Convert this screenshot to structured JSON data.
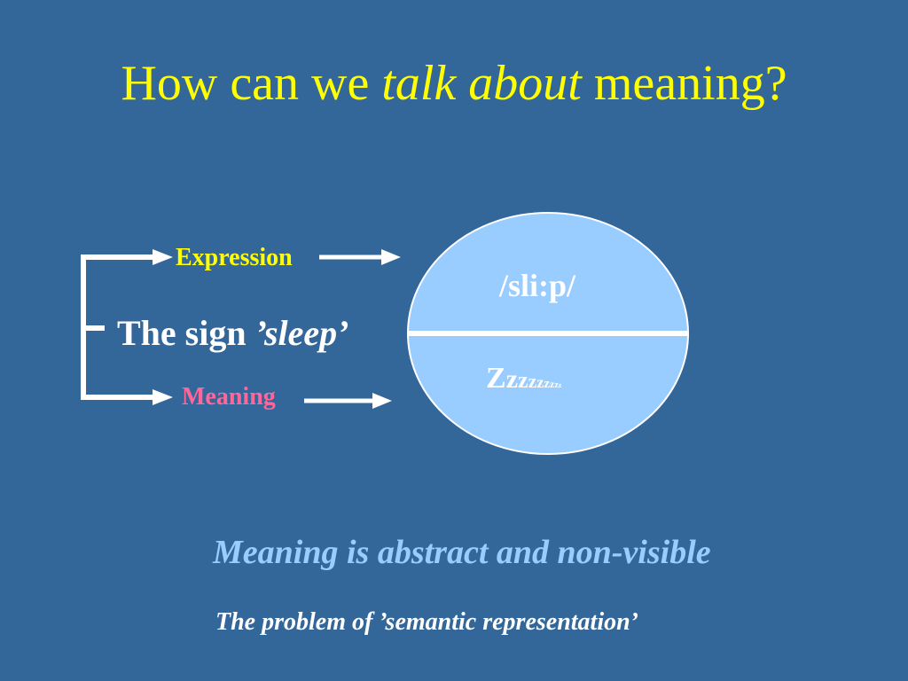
{
  "title": {
    "part1": "How can we ",
    "emphasis": "talk about",
    "part2": " meaning?"
  },
  "diagram": {
    "expression_label": "Expression",
    "meaning_label": "Meaning",
    "sign_prefix": "The sign ",
    "sign_word": "’sleep’",
    "phonetic": "/sli:p/",
    "sleep_glyphs": "Zzzzzzzzz"
  },
  "notes": {
    "abstract": "Meaning is abstract and non-visible",
    "problem": "The problem of ’semantic representation’"
  },
  "colors": {
    "background": "#336699",
    "title": "#ffff00",
    "expression": "#ffff00",
    "meaning": "#ff6699",
    "circle_fill": "#99ccff",
    "note_abstract": "#99ccff"
  }
}
